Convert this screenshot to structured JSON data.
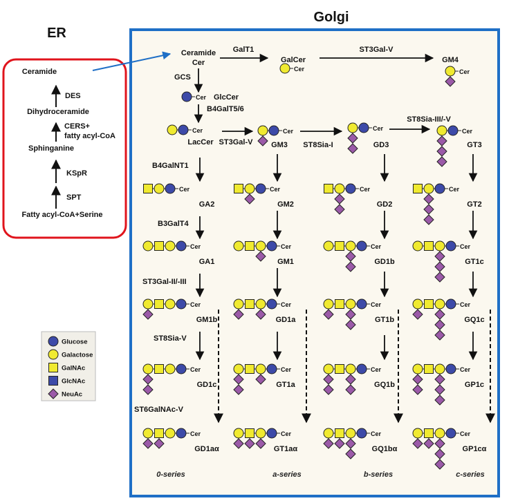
{
  "titles": {
    "er": "ER",
    "golgi": "Golgi"
  },
  "er_pathway": {
    "ceramide": "Ceramide",
    "des": "DES",
    "dihydroceramide": "Dihydroceramide",
    "cers_line1": "CERS+",
    "cers_line2": "fatty acyl-CoA",
    "sphinganine": "Sphinganine",
    "kspr": "KSpR",
    "spt": "SPT",
    "substrate": "Fatty acyl-CoA+Serine"
  },
  "legend": [
    {
      "shape": "circle",
      "color": "#3d4aa8",
      "label": "Glucose"
    },
    {
      "shape": "circle",
      "color": "#f0ea30",
      "label": "Galactose"
    },
    {
      "shape": "square",
      "color": "#f0ea30",
      "label": "GalNAc"
    },
    {
      "shape": "square",
      "color": "#3d4aa8",
      "label": "GlcNAc"
    },
    {
      "shape": "diamond",
      "color": "#9b5aa8",
      "label": "NeuAc"
    }
  ],
  "cer": "Cer",
  "top": {
    "ceramide_line1": "Ceramide",
    "ceramide_line2": "Cer",
    "galt1": "GalT1",
    "galcer": "GalCer",
    "st3galv": "ST3Gal-V",
    "gm4": "GM4",
    "gcs": "GCS",
    "glccer": "GlcCer",
    "b4galt": "B4GalT5/6"
  },
  "row_lactosyl": {
    "laccer": "LacCer",
    "st3galv": "ST3Gal-V",
    "gm3": "GM3",
    "st8siai": "ST8Sia-I",
    "gd3": "GD3",
    "st8siaiii": "ST8Sia-III/-V",
    "gt3": "GT3"
  },
  "enzymes": {
    "b4galnt1": "B4GalNT1",
    "b3galt4": "B3GalT4",
    "st3galii": "ST3Gal-II/-III",
    "st8siav": "ST8Sia-V",
    "st6galnac": "ST6GalNAc-V"
  },
  "columns": [
    {
      "series": "0-series",
      "names": [
        "GA2",
        "GA1",
        "GM1b",
        "GD1c",
        "GD1aα"
      ]
    },
    {
      "series": "a-series",
      "names": [
        "GM2",
        "GM1",
        "GD1a",
        "GT1a",
        "GT1aα"
      ]
    },
    {
      "series": "b-series",
      "names": [
        "GD2",
        "GD1b",
        "GT1b",
        "GQ1b",
        "GQ1bα"
      ]
    },
    {
      "series": "c-series",
      "names": [
        "GT2",
        "GT1c",
        "GQ1c",
        "GP1c",
        "GP1cα"
      ]
    }
  ],
  "colors": {
    "glucose": "#3d4aa8",
    "galactose": "#f0ea30",
    "neuac": "#9b5aa8",
    "er_border": "#e0141c",
    "golgi_border": "#1f6fc6",
    "golgi_fill": "#fbf8ef"
  }
}
